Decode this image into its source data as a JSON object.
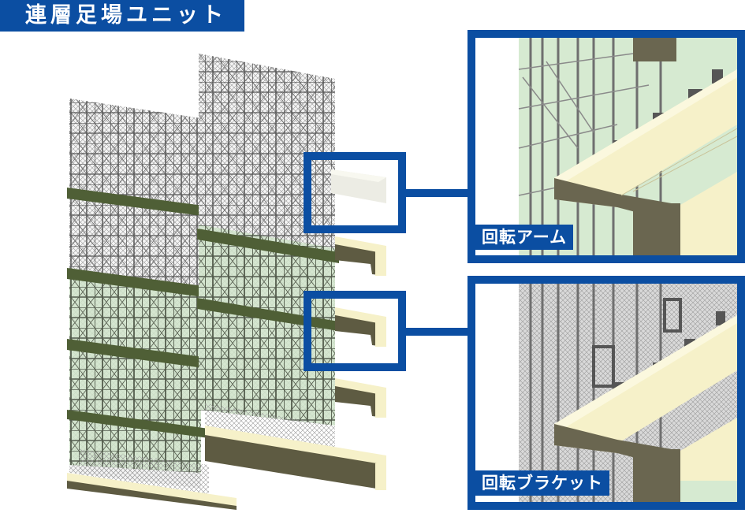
{
  "title": "連層足場ユニット",
  "callouts": [
    {
      "label": "回転アーム",
      "panel_background": "#d6ead1"
    },
    {
      "label": "回転ブラケット",
      "panel_background": "#d9d9d9"
    }
  ],
  "colors": {
    "accent_blue": "#0b4ea2",
    "scaffold_steel": "#5f5f5f",
    "safety_net_green": "#cfe3c9",
    "slab_cream": "#f6f1c9",
    "slab_shadow": "#5e5b42",
    "beam_olive": "#4f5f36"
  }
}
